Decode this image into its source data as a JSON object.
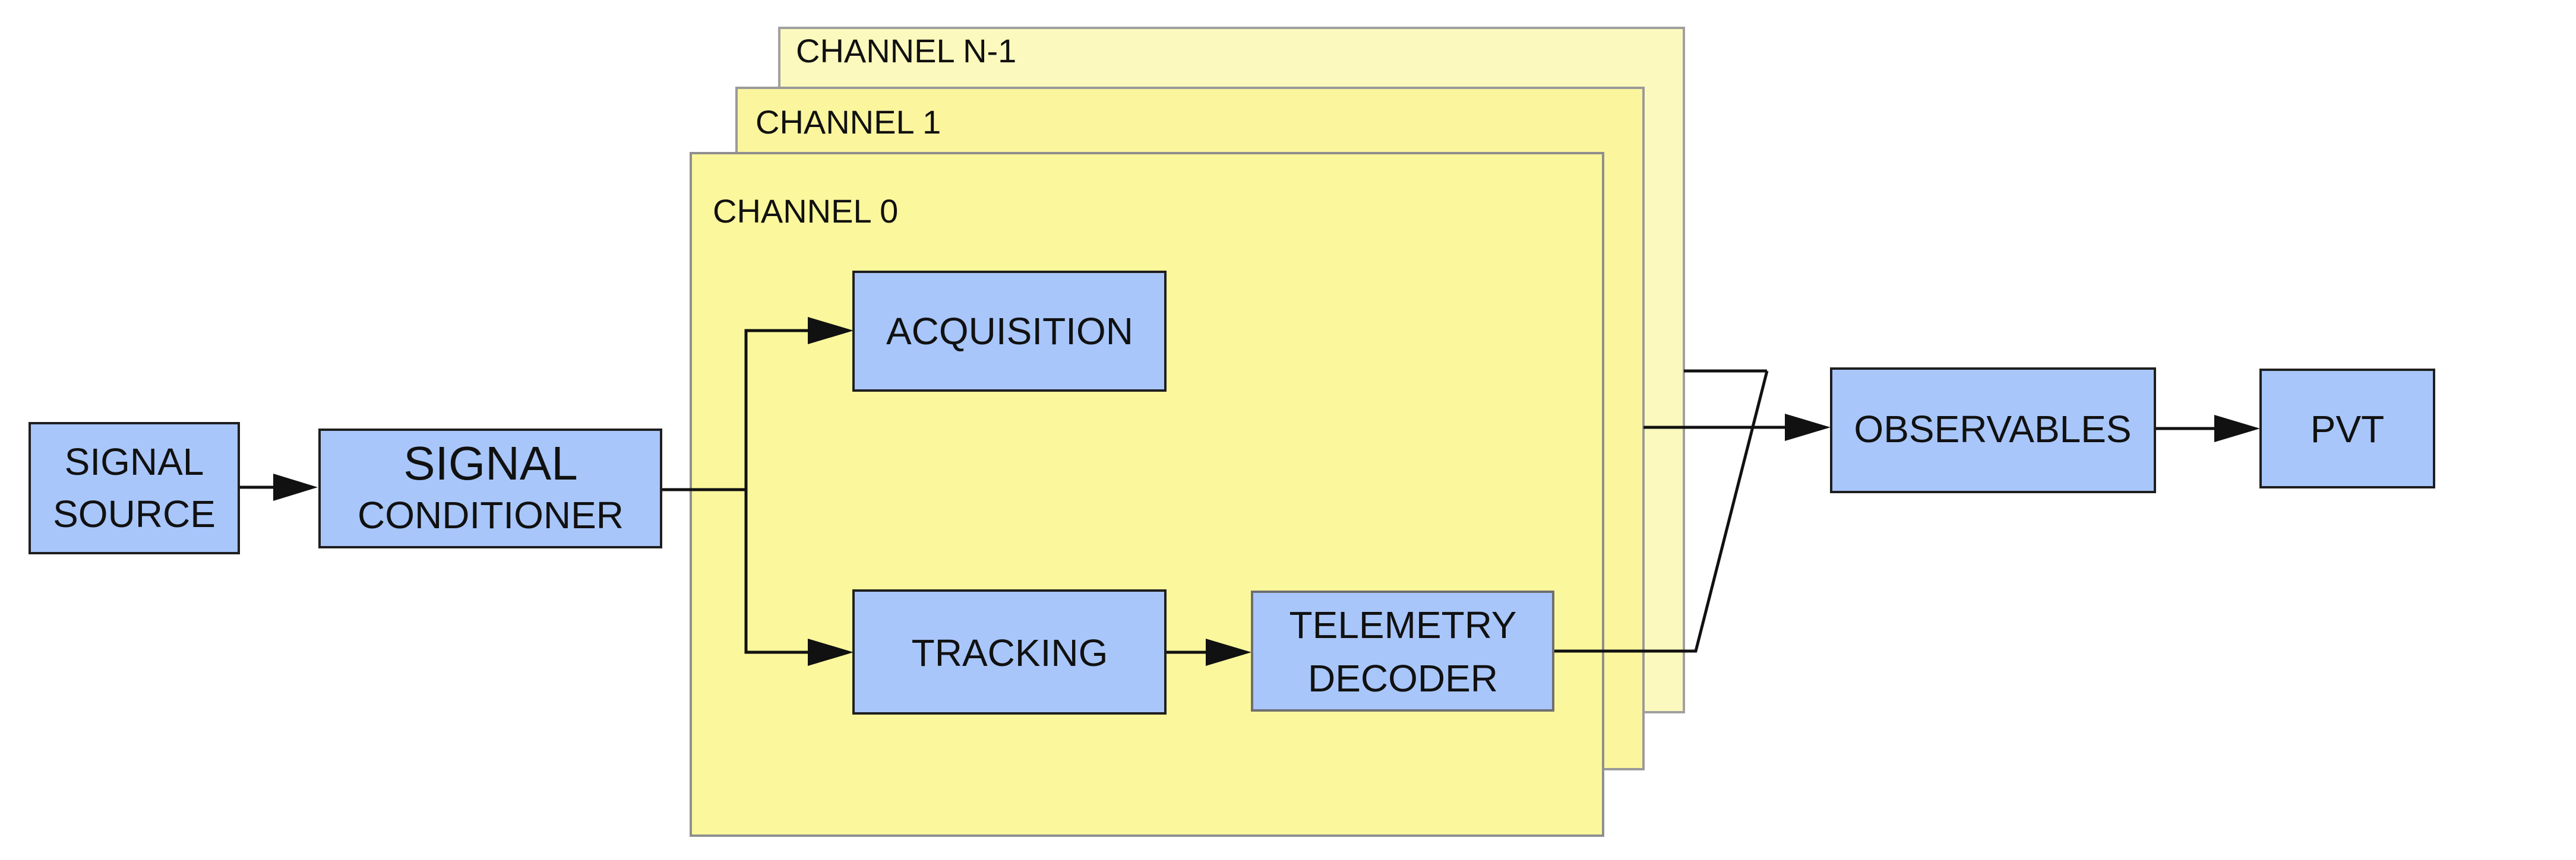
{
  "diagram": {
    "channels": {
      "back2_label": "CHANNEL N-1",
      "back1_label": "CHANNEL 1",
      "front_label": "CHANNEL 0"
    },
    "blocks": {
      "signal_source": {
        "line1": "SIGNAL",
        "line2": "SOURCE"
      },
      "signal_conditioner": {
        "line1": "SIGNAL",
        "line2": "CONDITIONER"
      },
      "acquisition": {
        "label": "ACQUISITION"
      },
      "tracking": {
        "label": "TRACKING"
      },
      "telemetry_decoder": {
        "line1": "TELEMETRY",
        "line2": "DECODER"
      },
      "observables": {
        "label": "OBSERVABLES"
      },
      "pvt": {
        "label": "PVT"
      }
    },
    "colors": {
      "block_fill": "#a8c6fa",
      "channel_front": "#fbf79c",
      "channel_back1": "#fbf59d",
      "channel_back2": "#fbf9bd",
      "line": "#111111"
    }
  }
}
